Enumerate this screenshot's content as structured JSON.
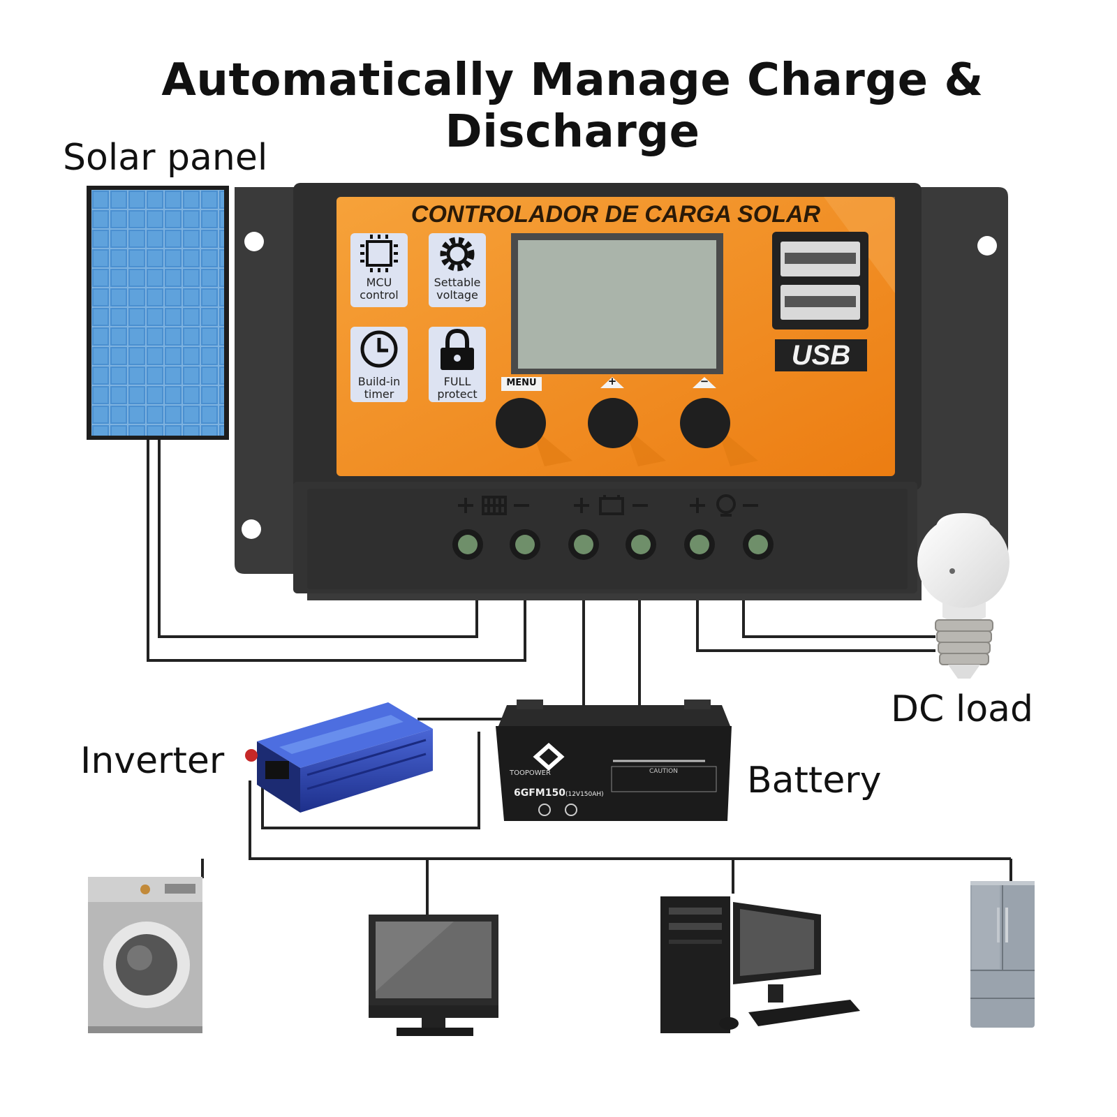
{
  "title": "Automatically Manage Charge & Discharge",
  "labels": {
    "solar_panel": "Solar panel",
    "dc_load": "DC load",
    "inverter": "Inverter",
    "battery": "Battery"
  },
  "controller": {
    "heading": "CONTROLADOR DE CARGA SOLAR",
    "features": [
      {
        "icon": "chip-icon",
        "line1": "MCU",
        "line2": "control"
      },
      {
        "icon": "gear-icon",
        "line1": "Settable",
        "line2": "voltage"
      },
      {
        "icon": "clock-icon",
        "line1": "Build-in",
        "line2": "timer"
      },
      {
        "icon": "lock-icon",
        "line1": "FULL",
        "line2": "protect"
      }
    ],
    "usb_label": "USB",
    "buttons": {
      "menu": "MENU",
      "plus": "+",
      "minus": "−"
    }
  },
  "battery_text": {
    "brand": "TOOPOWER",
    "model": "6GFM150",
    "spec": "(12V150AH)",
    "caution": "CAUTION"
  },
  "colors": {
    "controller_body": "#3a3a3a",
    "controller_face": "#f28c1e",
    "lcd": "#aab4aa",
    "wire": "#222222",
    "inverter": "#2a3fa8",
    "battery": "#1b1b1b"
  }
}
